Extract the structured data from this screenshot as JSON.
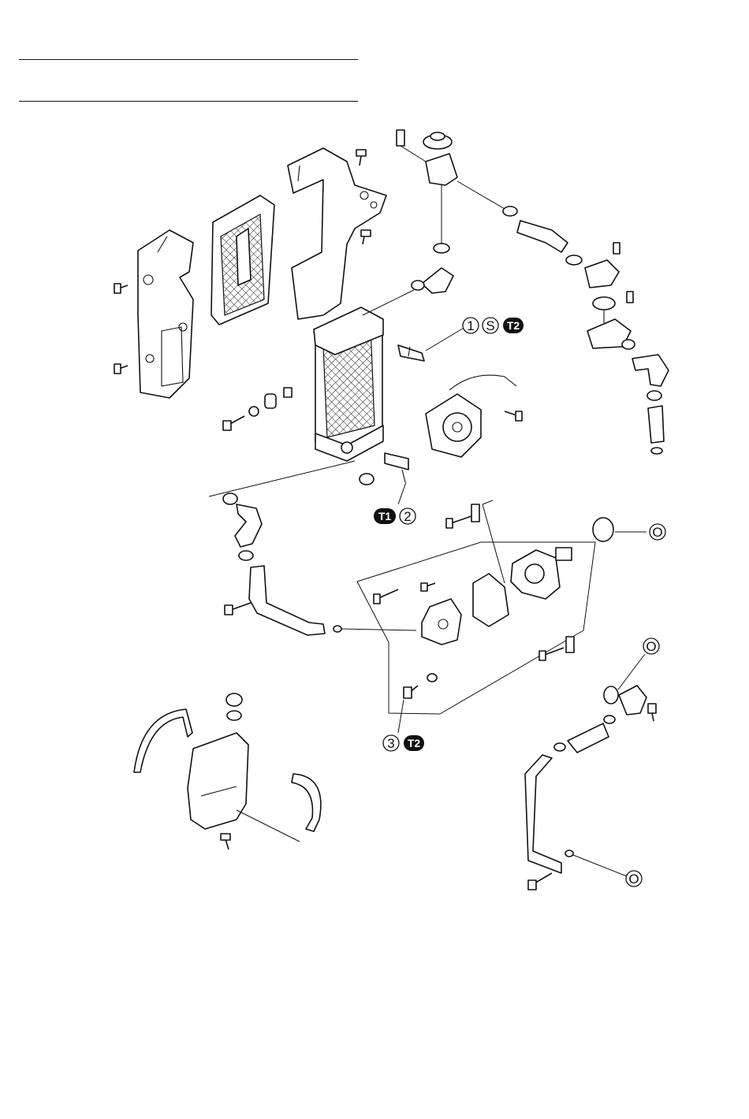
{
  "callouts": {
    "thermo_switch": {
      "num": "1",
      "s": "S",
      "t": "T2"
    },
    "temp_sender": {
      "t": "T1",
      "num": "2"
    },
    "pump_bolt": {
      "num": "3",
      "t": "T2"
    },
    "pump_oring": {
      "o": "O"
    },
    "outlet_oring": {
      "o": "O"
    },
    "lower_oring": {
      "o": "O"
    }
  }
}
